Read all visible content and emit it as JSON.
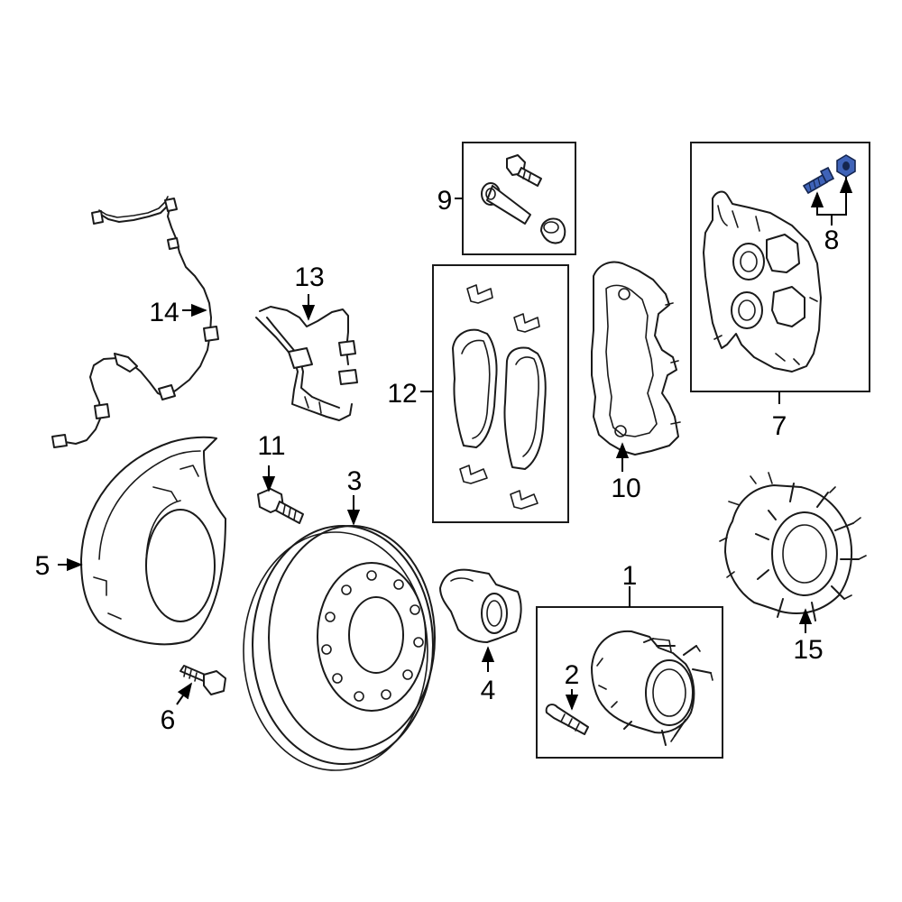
{
  "callouts": [
    "1",
    "2",
    "3",
    "4",
    "5",
    "6",
    "7",
    "8",
    "9",
    "10",
    "11",
    "12",
    "13",
    "14",
    "15"
  ],
  "colors": {
    "line": "#1a1a1a",
    "background": "#ffffff",
    "highlight": "#3f63b8"
  }
}
